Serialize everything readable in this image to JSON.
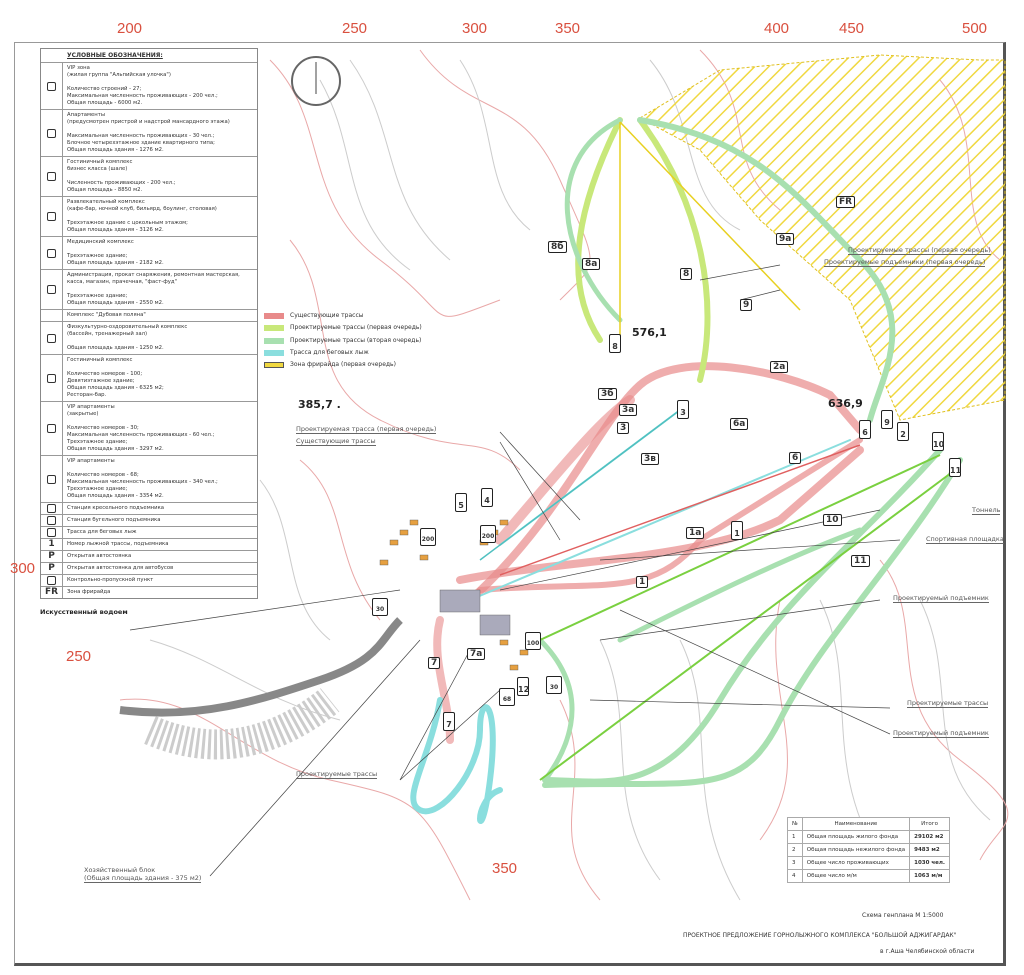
{
  "grid_labels": {
    "top": [
      "200",
      "250",
      "300",
      "350",
      "400",
      "450",
      "500"
    ],
    "left": [
      "250",
      "300"
    ],
    "bottom": [
      "350"
    ]
  },
  "legend": {
    "title": "УСЛОВНЫЕ ОБОЗНАЧЕНИЯ:",
    "items": [
      {
        "icon": "vip-house-icon",
        "text": "VIP зона\n(жилая группа \"Альпийская улочка\")\n\nКоличество строений - 27;\nМаксимальная численность проживающих - 200 чел.;\nОбщая площадь - 6000 м2."
      },
      {
        "icon": "apartments-icon",
        "text": "Апартаменты\n(предусмотрен пристрой и надстрой мансардного этажа)\n\nМаксимальная численность проживающих - 30 чел.;\nБлочное четырехэтажное здание квартирного типа;\nОбщая площадь здания - 1276 м2."
      },
      {
        "icon": "bed-icon",
        "text": "Гостиничный комплекс\nбизнес класса (шале)\n\nЧисленность проживающих - 200 чел.;\nОбщая площадь - 8850 м2."
      },
      {
        "icon": "entertainment-icon",
        "text": "Развлекательный комплекс\n(кафе-бар, ночной клуб, бильярд, боулинг, столовая)\n\nТрехэтажное здание с цокольным этажом;\nОбщая площадь здания - 3126 м2."
      },
      {
        "icon": "medical-cross-icon",
        "text": "Медицинский комплекс\n\nТрехэтажное здание;\nОбщая площадь здания - 2182 м2."
      },
      {
        "icon": "administration-icon",
        "text": "Администрация, прокат снаряжения, ремонтная мастерская, касса, магазин, прачечная, \"фаст-фуд\"\n\nТрехэтажное здание;\nОбщая площадь здания - 2550 м2."
      },
      {
        "icon": "",
        "text": "Комплекс \"Дубовая поляна\""
      },
      {
        "icon": "pool-icon",
        "text": "Физкультурно-оздоровительный комплекс\n(бассейн, тренажерный зал)\n\nОбщая площадь здания - 1250 м2."
      },
      {
        "icon": "hotel-icon",
        "text": "Гостиничный комплекс\n\nКоличество номеров - 100;\nДевятиэтажное здание;\nОбщая площадь здания - 6325 м2;\nРесторан-бар."
      },
      {
        "icon": "vip-closed-icon",
        "text": "VIP апартаменты\n(закрытые)\n\nКоличество номеров - 30;\nМаксимальная численность проживающих - 60 чел.;\nТрехэтажное здание;\nОбщая площадь здания - 3297 м2."
      },
      {
        "icon": "vip-apartments-icon",
        "text": "VIP апартаменты\n\nКоличество номеров - 68;\nМаксимальная численность проживающих - 340 чел.;\nТрехэтажное здание;\nОбщая площадь здания - 3354 м2."
      },
      {
        "icon": "chairlift-icon",
        "text": "Станция кресельного подъемника"
      },
      {
        "icon": "draglift-icon",
        "text": "Станция бугельного подъемника"
      },
      {
        "icon": "crosscountry-icon",
        "text": "Трасса для беговых лыж"
      },
      {
        "icon": "number-icon",
        "glyph": "1",
        "text": "Номер лыжной трассы, подъемника"
      },
      {
        "icon": "parking-icon",
        "glyph": "P",
        "text": "Открытая автостоянка"
      },
      {
        "icon": "bus-parking-icon",
        "glyph": "P",
        "text": "Открытая автостоянка для автобусов"
      },
      {
        "icon": "checkpoint-icon",
        "text": "Контрольно-пропускной пункт"
      },
      {
        "icon": "freeride-icon",
        "glyph": "FR",
        "text": "Зона фрирайда"
      }
    ]
  },
  "trail_legend": [
    {
      "label": "Существующие трассы",
      "color": "#e88a8a"
    },
    {
      "label": "Проектируемые трассы (первая очередь)",
      "color": "#c8e87a"
    },
    {
      "label": "Проектируемые трассы (вторая очередь)",
      "color": "#a8e0b0"
    },
    {
      "label": "Трасса для беговых лыж",
      "color": "#8adede"
    },
    {
      "label": "Зона фрирайда (первая очередь)",
      "color": "#f0d840"
    }
  ],
  "annotations": {
    "reservoir": "Искусственный водоем",
    "household_block": "Хозяйственный блок\n(Общая площадь здания - 375 м2)",
    "projected_trail_first": "Проектируемая трасса (первая очередь)",
    "existing_trails": "Существующие трассы",
    "projected_trails_first_top": "Проектируемые трассы (первая очередь)",
    "projected_lifts_first": "Проектируемые подъемники (первая очередь)",
    "tunnel": "Тоннель",
    "sports_ground": "Спортивная площадка",
    "projected_lift_1": "Проектируемый подъемник",
    "projected_trails_right": "Проектируемые трассы",
    "projected_lift_2": "Проектируемый подъемник",
    "projected_trails_left": "Проектируемые трассы"
  },
  "elevations": [
    "576,1",
    "636,9",
    "385,7 ."
  ],
  "freeride_label": "FR",
  "trail_labels": [
    "8б",
    "8а",
    "8",
    "9",
    "9а",
    "2а",
    "3б",
    "3а",
    "3",
    "3в",
    "6а",
    "6",
    "1а",
    "1",
    "10",
    "11",
    "7",
    "7а"
  ],
  "lift_labels": [
    "8",
    "3",
    "6",
    "9",
    "2",
    "10",
    "11",
    "5",
    "4",
    "1",
    "7",
    "12"
  ],
  "parking_labels": [
    "200",
    "200",
    "30",
    "100",
    "30",
    "68"
  ],
  "summary_table": {
    "headers": [
      "№",
      "Наименование",
      "Итого"
    ],
    "rows": [
      [
        "1",
        "Общая площадь жилого фонда",
        "29102 м2"
      ],
      [
        "2",
        "Общая площадь нежилого фонда",
        "9483 м2"
      ],
      [
        "3",
        "Общее число проживающих",
        "1030 чел."
      ],
      [
        "4",
        "Общее число м/м",
        "1063 м/м"
      ]
    ]
  },
  "footer": {
    "scale": "Схема генплана М 1:5000",
    "title": "ПРОЕКТНОЕ ПРЕДЛОЖЕНИЕ ГОРНОЛЫЖНОГО КОМПЛЕКСА \"БОЛЬШОЙ АДЖИГАРДАК\"",
    "location": "в г.Аша Челябинской области"
  }
}
